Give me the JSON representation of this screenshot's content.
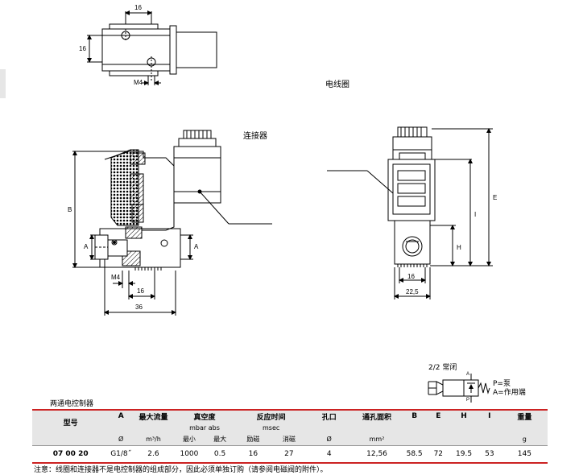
{
  "labels": {
    "coil": "电线圈",
    "connector": "连接器",
    "symbol_title": "2/2 常闭",
    "symbol_p": "P=泵",
    "symbol_a": "A=作用端",
    "symbol_port_a": "A",
    "symbol_port_p": "P"
  },
  "dims": {
    "top_w": "16",
    "top_h": "16",
    "top_m4": "M4",
    "sec_b": "B",
    "sec_a_left": "A",
    "sec_a_right": "A",
    "sec_m4": "M4",
    "sec_16": "16",
    "sec_36": "36",
    "fr_e": "E",
    "fr_i": "I",
    "fr_h": "H",
    "fr_16": "16",
    "fr_225": "22,5"
  },
  "table": {
    "title": "两通电控制器",
    "h1": [
      "型号",
      "A",
      "最大流量",
      "真空度",
      "反应时间",
      "孔口",
      "通孔面积",
      "B",
      "E",
      "H",
      "I",
      "重量"
    ],
    "h2": [
      "mbar abs",
      "msec"
    ],
    "h3": [
      "Ø",
      "m³/h",
      "最小",
      "最大",
      "励磁",
      "消磁",
      "Ø",
      "mm²",
      "g"
    ],
    "row": [
      "07 00 20",
      "G1/8˝",
      "2.6",
      "1000",
      "0.5",
      "16",
      "27",
      "4",
      "12,56",
      "58.5",
      "72",
      "19.5",
      "53",
      "145"
    ]
  },
  "note": "注意：线圈和连接器不是电控制器的组成部分，因此必须单独订购（请参阅电磁阀的附件）。"
}
